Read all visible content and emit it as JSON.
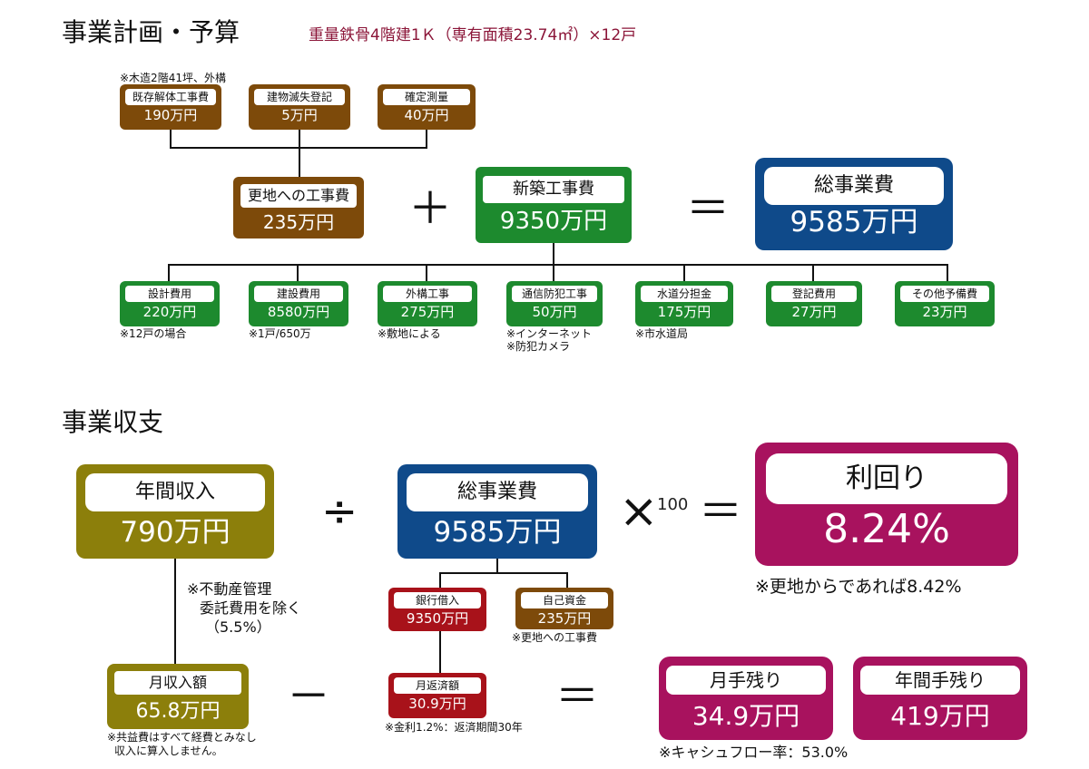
{
  "plan": {
    "title": "事業計画・予算",
    "subtitle": "重量鉄骨4階建1Ｋ（専有面積23.74㎡）×12戸",
    "note_top": "※木造2階41坪、外構",
    "demolition": {
      "label": "既存解体工事費",
      "value": "190万円"
    },
    "registration_loss": {
      "label": "建物滅失登記",
      "value": "5万円"
    },
    "survey": {
      "label": "確定測量",
      "value": "40万円"
    },
    "site_clear": {
      "label": "更地への工事費",
      "value": "235万円"
    },
    "new_build": {
      "label": "新築工事費",
      "value": "9350万円"
    },
    "total": {
      "label": "総事業費",
      "value": "9585万円"
    },
    "plus": "＋",
    "equals": "＝",
    "items": [
      {
        "label": "設計費用",
        "value": "220万円",
        "note": "※12戸の場合",
        "note2": ""
      },
      {
        "label": "建設費用",
        "value": "8580万円",
        "note": "※1戸/650万",
        "note2": ""
      },
      {
        "label": "外構工事",
        "value": "275万円",
        "note": "※敷地による",
        "note2": ""
      },
      {
        "label": "通信防犯工事",
        "value": "50万円",
        "note": "※インターネット",
        "note2": "※防犯カメラ"
      },
      {
        "label": "水道分担金",
        "value": "175万円",
        "note": "※市水道局",
        "note2": ""
      },
      {
        "label": "登記費用",
        "value": "27万円",
        "note": "",
        "note2": ""
      },
      {
        "label": "その他予備費",
        "value": "23万円",
        "note": "",
        "note2": ""
      }
    ]
  },
  "income": {
    "title": "事業収支",
    "annual_income": {
      "label": "年間収入",
      "value": "790万円"
    },
    "total": {
      "label": "総事業費",
      "value": "9585万円"
    },
    "yield": {
      "label": "利回り",
      "value": "8.24%"
    },
    "div": "÷",
    "times": "×",
    "hundred": "100",
    "equals": "＝",
    "minus": "－",
    "equals2": "＝",
    "yield_note": "※更地からであれば8.42%",
    "mgmt_note1": "※不動産管理",
    "mgmt_note2": "委託費用を除く",
    "mgmt_note3": "（5.5%）",
    "bank_loan": {
      "label": "銀行借入",
      "value": "9350万円"
    },
    "own_funds": {
      "label": "自己資金",
      "value": "235万円"
    },
    "own_funds_note": "※更地への工事費",
    "monthly_repay": {
      "label": "月返済額",
      "value": "30.9万円"
    },
    "repay_note": "※金利1.2%：返済期間30年",
    "monthly_income": {
      "label": "月収入額",
      "value": "65.8万円"
    },
    "monthly_income_note1": "※共益費はすべて経費とみなし",
    "monthly_income_note2": "収入に算入しません。",
    "monthly_remain": {
      "label": "月手残り",
      "value": "34.9万円"
    },
    "annual_remain": {
      "label": "年間手残り",
      "value": "419万円"
    },
    "cashflow_note": "※キャシュフロー率：53.0%"
  }
}
